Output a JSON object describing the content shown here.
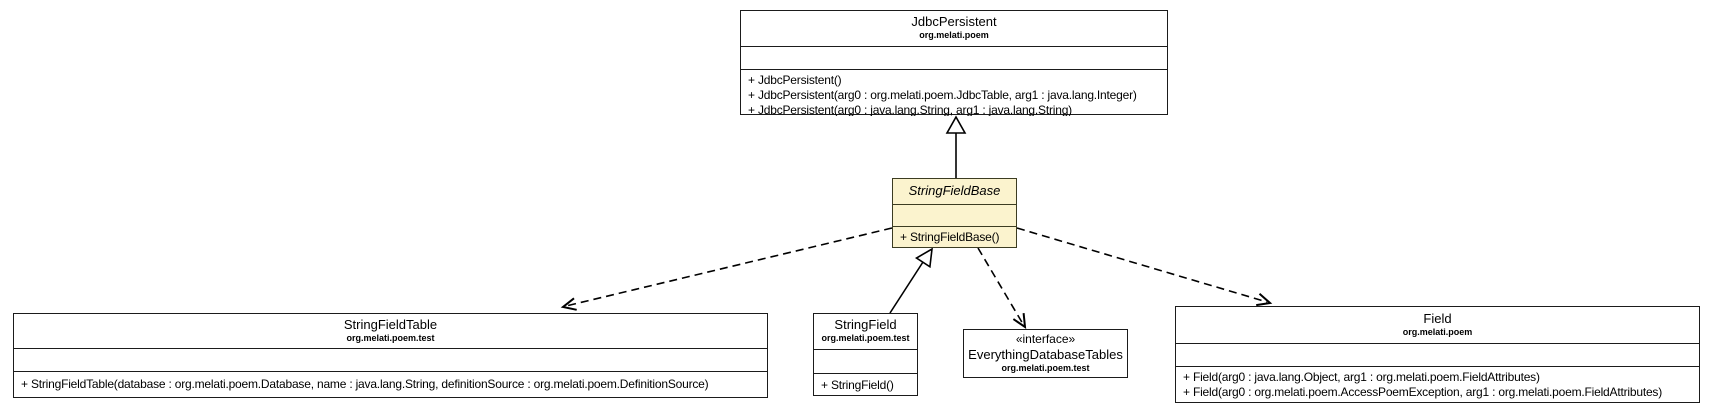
{
  "diagram": {
    "kind": "uml-class-diagram",
    "colors": {
      "background": "#ffffff",
      "class_fill": "#ffffff",
      "abstract_class_fill": "#fbf3ce",
      "border": "#1b1b1b"
    },
    "classes": [
      {
        "name": "JdbcPersistent",
        "package": "org.melati.poem",
        "methods": [
          "+ JdbcPersistent()",
          "+ JdbcPersistent(arg0 : org.melati.poem.JdbcTable, arg1 : java.lang.Integer)",
          "+ JdbcPersistent(arg0 : java.lang.String, arg1 : java.lang.String)"
        ]
      },
      {
        "name": "StringFieldBase",
        "abstract": true,
        "methods": [
          "+ StringFieldBase()"
        ]
      },
      {
        "name": "StringFieldTable",
        "package": "org.melati.poem.test",
        "methods": [
          "+ StringFieldTable(database : org.melati.poem.Database, name : java.lang.String, definitionSource : org.melati.poem.DefinitionSource)"
        ]
      },
      {
        "name": "StringField",
        "package": "org.melati.poem.test",
        "methods": [
          "+ StringField()"
        ]
      },
      {
        "stereotype": "«interface»",
        "name": "EverythingDatabaseTables",
        "package": "org.melati.poem.test"
      },
      {
        "name": "Field",
        "package": "org.melati.poem",
        "methods": [
          "+ Field(arg0 : java.lang.Object, arg1 : org.melati.poem.FieldAttributes)",
          "+ Field(arg0 : org.melati.poem.AccessPoemException, arg1 : org.melati.poem.FieldAttributes)"
        ]
      }
    ],
    "relations": [
      {
        "from": "StringFieldBase",
        "to": "JdbcPersistent",
        "type": "generalization"
      },
      {
        "from": "StringField",
        "to": "StringFieldBase",
        "type": "generalization"
      },
      {
        "from": "StringFieldBase",
        "to": "StringFieldTable",
        "type": "dependency"
      },
      {
        "from": "StringFieldBase",
        "to": "EverythingDatabaseTables",
        "type": "dependency"
      },
      {
        "from": "StringFieldBase",
        "to": "Field",
        "type": "dependency"
      }
    ]
  }
}
